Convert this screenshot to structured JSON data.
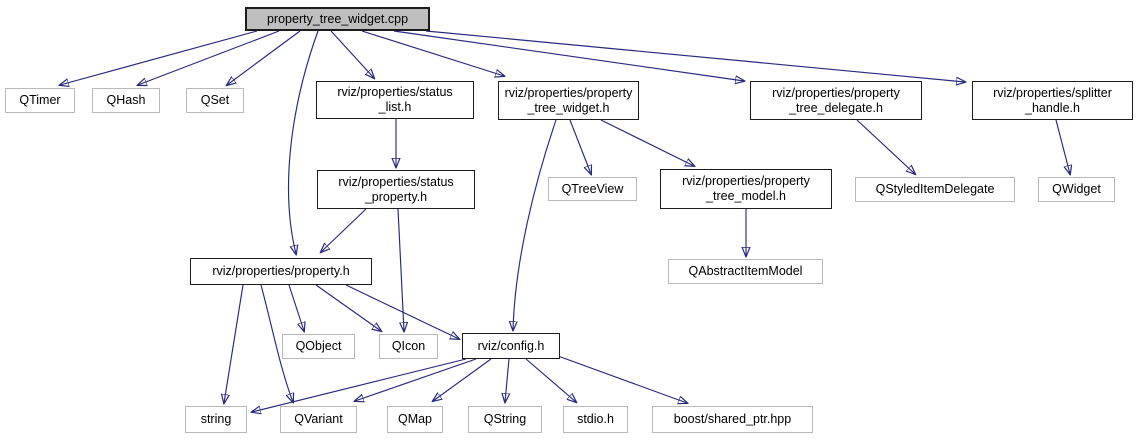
{
  "colors": {
    "edge": "#28287e",
    "main_node_fill": "#bfbfbf",
    "linked_node_border": "#1c1c1c",
    "plain_node_border": "#b9b9b9",
    "node_fill": "#ffffff"
  },
  "graph": {
    "nodes": [
      {
        "id": "cpp",
        "label": "property_tree_widget.cpp"
      },
      {
        "id": "qtimer",
        "label": "QTimer"
      },
      {
        "id": "qhash",
        "label": "QHash"
      },
      {
        "id": "qset",
        "label": "QSet"
      },
      {
        "id": "status_list",
        "label": "rviz/properties/status\n_list.h"
      },
      {
        "id": "ptw_h",
        "label": "rviz/properties/property\n_tree_widget.h"
      },
      {
        "id": "delegate_h",
        "label": "rviz/properties/property\n_tree_delegate.h"
      },
      {
        "id": "splitter_h",
        "label": "rviz/properties/splitter\n_handle.h"
      },
      {
        "id": "status_property",
        "label": "rviz/properties/status\n_property.h"
      },
      {
        "id": "qtreeview",
        "label": "QTreeView"
      },
      {
        "id": "model_h",
        "label": "rviz/properties/property\n_tree_model.h"
      },
      {
        "id": "qstyleditemdelegate",
        "label": "QStyledItemDelegate"
      },
      {
        "id": "qwidget",
        "label": "QWidget"
      },
      {
        "id": "property_h",
        "label": "rviz/properties/property.h"
      },
      {
        "id": "qabstractitemmodel",
        "label": "QAbstractItemModel"
      },
      {
        "id": "qobject",
        "label": "QObject"
      },
      {
        "id": "qicon",
        "label": "QIcon"
      },
      {
        "id": "config_h",
        "label": "rviz/config.h"
      },
      {
        "id": "string",
        "label": "string"
      },
      {
        "id": "qvariant",
        "label": "QVariant"
      },
      {
        "id": "qmap",
        "label": "QMap"
      },
      {
        "id": "qstring",
        "label": "QString"
      },
      {
        "id": "stdio_h",
        "label": "stdio.h"
      },
      {
        "id": "boost_shared_ptr",
        "label": "boost/shared_ptr.hpp"
      }
    ],
    "edges": [
      {
        "from": "cpp",
        "to": "qtimer"
      },
      {
        "from": "cpp",
        "to": "qhash"
      },
      {
        "from": "cpp",
        "to": "qset"
      },
      {
        "from": "cpp",
        "to": "status_list"
      },
      {
        "from": "cpp",
        "to": "ptw_h"
      },
      {
        "from": "cpp",
        "to": "delegate_h"
      },
      {
        "from": "cpp",
        "to": "splitter_h"
      },
      {
        "from": "cpp",
        "to": "property_h"
      },
      {
        "from": "status_list",
        "to": "status_property"
      },
      {
        "from": "status_property",
        "to": "property_h"
      },
      {
        "from": "status_property",
        "to": "qicon"
      },
      {
        "from": "ptw_h",
        "to": "qtreeview"
      },
      {
        "from": "ptw_h",
        "to": "model_h"
      },
      {
        "from": "ptw_h",
        "to": "config_h"
      },
      {
        "from": "model_h",
        "to": "qabstractitemmodel"
      },
      {
        "from": "delegate_h",
        "to": "qstyleditemdelegate"
      },
      {
        "from": "splitter_h",
        "to": "qwidget"
      },
      {
        "from": "property_h",
        "to": "string"
      },
      {
        "from": "property_h",
        "to": "qvariant"
      },
      {
        "from": "property_h",
        "to": "qobject"
      },
      {
        "from": "property_h",
        "to": "qicon"
      },
      {
        "from": "property_h",
        "to": "config_h"
      },
      {
        "from": "config_h",
        "to": "string"
      },
      {
        "from": "config_h",
        "to": "qvariant"
      },
      {
        "from": "config_h",
        "to": "qmap"
      },
      {
        "from": "config_h",
        "to": "qstring"
      },
      {
        "from": "config_h",
        "to": "stdio_h"
      },
      {
        "from": "config_h",
        "to": "boost_shared_ptr"
      }
    ]
  }
}
